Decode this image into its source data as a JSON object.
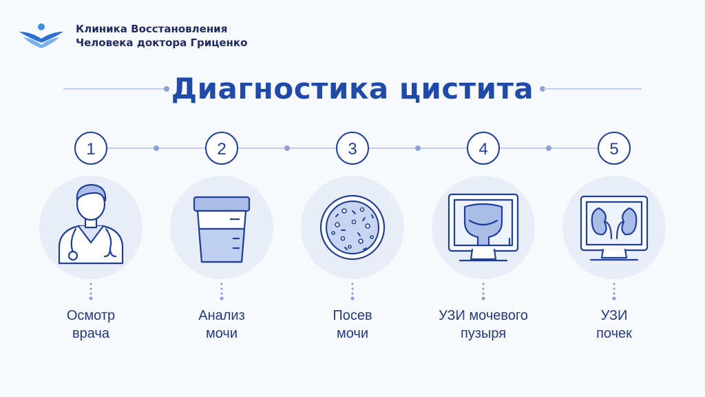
{
  "clinic": {
    "name_line1": "Клиника Восстановления",
    "name_line2": "Человека доктора Гриценко"
  },
  "title": "Диагностика цистита",
  "colors": {
    "primary": "#1f4aa8",
    "line": "#c3cce8",
    "icon_stroke": "#1f3f97",
    "circle_bg": "#e8edf8",
    "fill_blue": "#a9bde8"
  },
  "steps": [
    {
      "number": "1",
      "icon": "doctor-icon",
      "label_line1": "Осмотр",
      "label_line2": "врача"
    },
    {
      "number": "2",
      "icon": "urine-container-icon",
      "label_line1": "Анализ",
      "label_line2": "мочи"
    },
    {
      "number": "3",
      "icon": "petri-dish-icon",
      "label_line1": "Посев",
      "label_line2": "мочи"
    },
    {
      "number": "4",
      "icon": "bladder-ultrasound-icon",
      "label_line1": "УЗИ мочевого",
      "label_line2": "пузыря"
    },
    {
      "number": "5",
      "icon": "kidney-ultrasound-icon",
      "label_line1": "УЗИ",
      "label_line2": "почек"
    }
  ]
}
